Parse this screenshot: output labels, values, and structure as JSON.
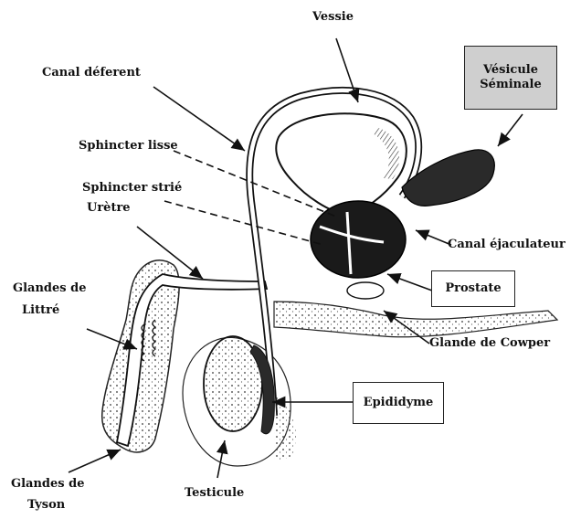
{
  "labels": {
    "vessie": "Vessie",
    "vesicule_line1": "Vésicule",
    "vesicule_line2": "Séminale",
    "canal_deferent": "Canal déferent",
    "sphincter_lisse": "Sphincter lisse",
    "sphincter_strie": "Sphincter strié",
    "uretre": "Urètre",
    "glandes_littre_line1": "Glandes de",
    "glandes_littre_line2": "Littré",
    "canal_ejaculateur": "Canal éjaculateur",
    "prostate": "Prostate",
    "glande_cowper": "Glande de Cowper",
    "epididyme": "Epididyme",
    "glandes_tyson_line1": "Glandes de",
    "glandes_tyson_line2": "Tyson",
    "testicule": "Testicule"
  },
  "colors": {
    "ink": "#111111",
    "vesicule_box": "#cfcfcf",
    "organ_dark": "#1a1a1a"
  }
}
